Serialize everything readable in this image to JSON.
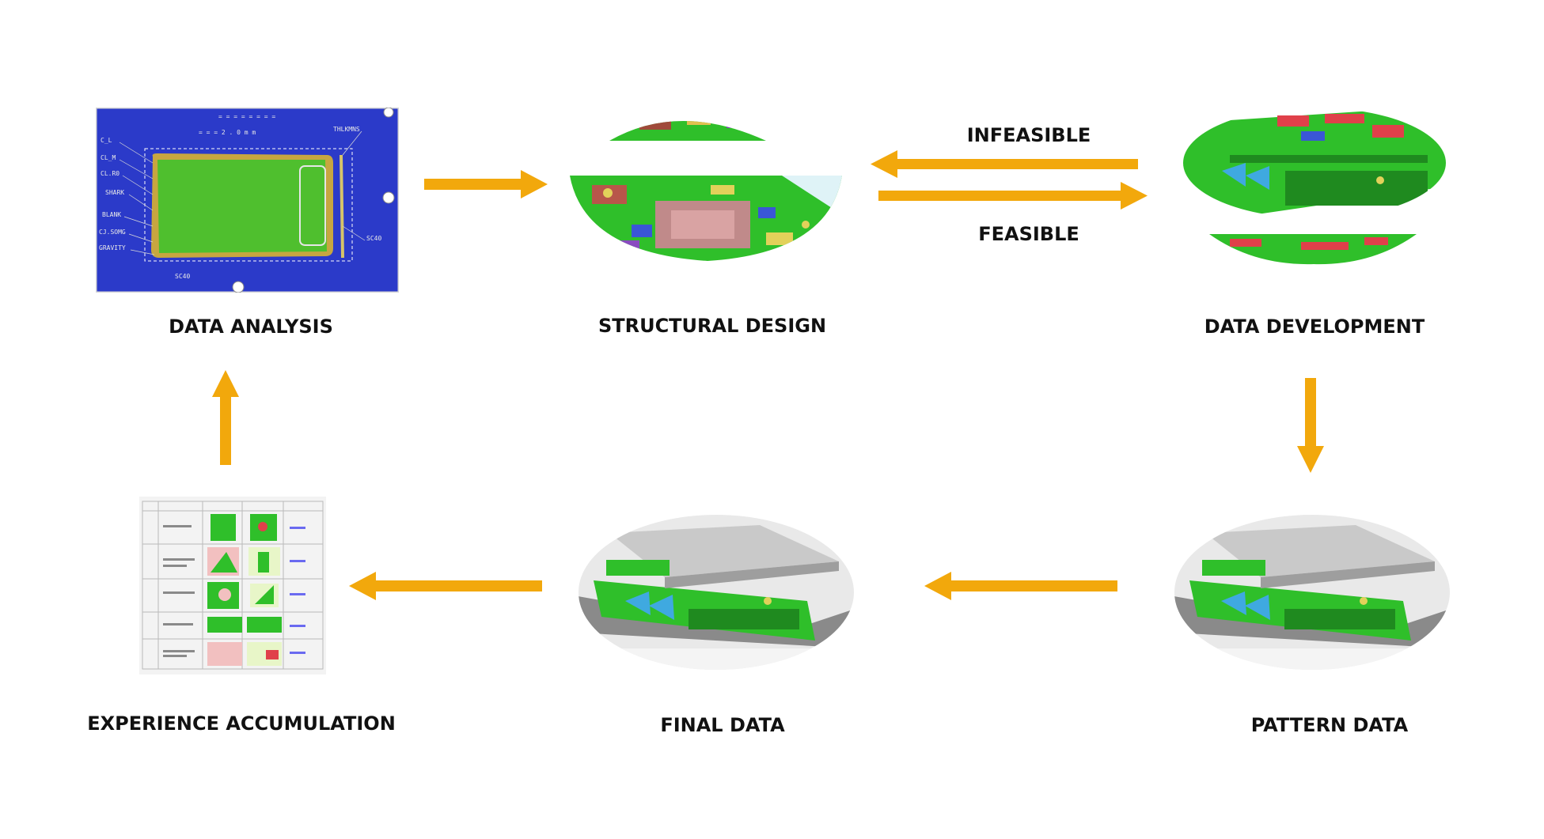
{
  "colors": {
    "arrow": "#f2a80c",
    "cad_blue": "#2b3ac9",
    "cad_green": "#2fbf2a",
    "plate_gray": "#c7c7c7",
    "label": "#111111"
  },
  "steps": {
    "data_analysis": "DATA ANALYSIS",
    "structural_design": "STRUCTURAL DESIGN",
    "data_development": "DATA DEVELOPMENT",
    "pattern_data": "PATTERN DATA",
    "final_data": "FINAL DATA",
    "experience_accumulation": "EXPERIENCE ACCUMULATION"
  },
  "feedback": {
    "infeasible": "INFEASIBLE",
    "feasible": "FEASIBLE"
  },
  "images": {
    "data_analysis": "cad-part-analysis-screenshot",
    "structural_design": "mold-structure-render",
    "data_development": "mold-tooling-render",
    "pattern_data": "pattern-mold-render",
    "final_data": "final-mold-render",
    "experience_accumulation": "experience-table-document"
  }
}
